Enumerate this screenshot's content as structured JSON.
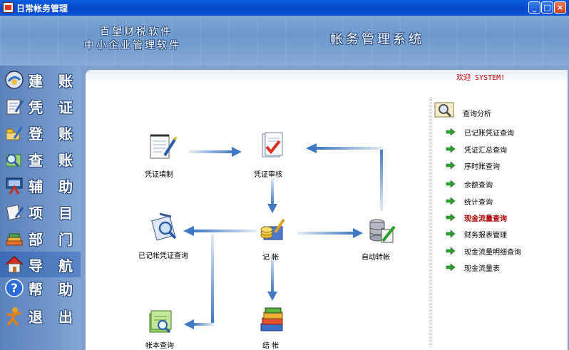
{
  "window": {
    "title": "日常帐务管理"
  },
  "banner": {
    "line1": "百望财税软件",
    "line2": "中小企业管理软件",
    "system_title": "帐务管理系统"
  },
  "sidebar": {
    "items": [
      {
        "label": "建账",
        "icon": "create-account-icon"
      },
      {
        "label": "凭证",
        "icon": "voucher-icon"
      },
      {
        "label": "登账",
        "icon": "post-ledger-icon"
      },
      {
        "label": "查账",
        "icon": "check-ledger-icon"
      },
      {
        "label": "辅助",
        "icon": "tools-icon"
      },
      {
        "label": "项目",
        "icon": "project-icon"
      },
      {
        "label": "部门",
        "icon": "department-icon"
      },
      {
        "label": "导航",
        "icon": "home-icon",
        "active": true
      },
      {
        "label": "帮助",
        "icon": "help-icon"
      },
      {
        "label": "退出",
        "icon": "exit-icon"
      }
    ]
  },
  "header": {
    "welcome": "欢迎 SYSTEM!"
  },
  "flow": {
    "voucher_entry": "凭证填制",
    "voucher_audit": "凭证审核",
    "posted_voucher_query": "已记帐凭证查询",
    "post": "记  帐",
    "auto_transfer": "自动转帐",
    "ledger_query": "帐本查询",
    "close": "结  帐"
  },
  "query_panel": {
    "title": "查询分析",
    "items": [
      {
        "label": "已记账凭证查询"
      },
      {
        "label": "凭证汇总查询"
      },
      {
        "label": "序时账查询"
      },
      {
        "label": "余额查询"
      },
      {
        "label": "统计查询"
      },
      {
        "label": "现金流量查询",
        "highlighted": true
      },
      {
        "label": "财务报表管理"
      },
      {
        "label": "现金流量明细查询"
      },
      {
        "label": "现金流量表"
      }
    ]
  },
  "colors": {
    "accent": "#7f9fcc",
    "highlight_text": "#b00000",
    "welcome_text": "#c00000",
    "arrow_green": "#2e9e2e",
    "flow_arrow": "#3f78c4"
  }
}
